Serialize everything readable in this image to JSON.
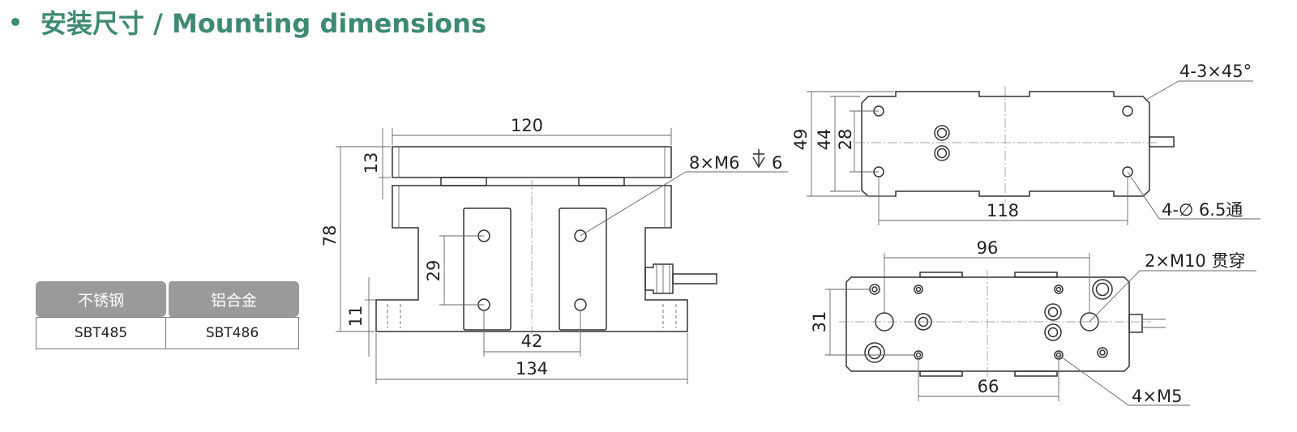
{
  "heading": {
    "text": "安装尺寸 / Mounting dimensions"
  },
  "colors": {
    "accent": "#3e8a73",
    "table_header_bg": "#9a9a9a"
  },
  "model_table": {
    "headers": [
      "不锈钢",
      "铝合金"
    ],
    "values": [
      "SBT485",
      "SBT486"
    ]
  },
  "front_view": {
    "dim_120": "120",
    "dim_13": "13",
    "dim_78": "78",
    "dim_29": "29",
    "dim_11": "11",
    "dim_42": "42",
    "dim_134": "134",
    "note_threads": "8×M6",
    "note_depth": "6"
  },
  "top_view": {
    "dim_49": "49",
    "dim_44": "44",
    "dim_28": "28",
    "dim_118": "118",
    "note_chamfer": "4-3×45°",
    "note_holes": "4-∅ 6.5通"
  },
  "bottom_view": {
    "dim_96": "96",
    "dim_31": "31",
    "dim_66": "66",
    "note_m10": "2×M10 贯穿",
    "note_m5": "4×M5"
  }
}
